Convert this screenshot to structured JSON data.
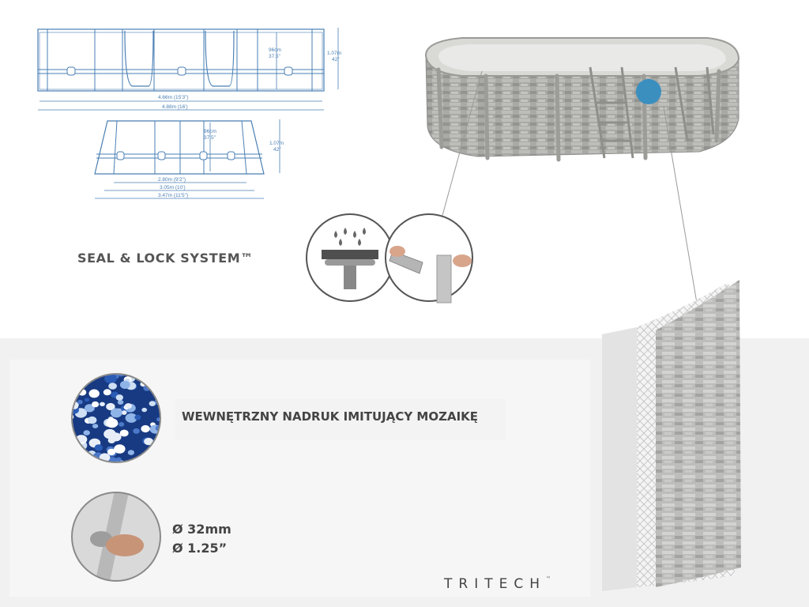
{
  "top_diagram": {
    "height_m": "96cm",
    "height_in": "37.5\"",
    "total_m": "1.07m",
    "total_in": "42\"",
    "inner_length": "4.66m (15'3\")",
    "outer_length": "4.88m (16')"
  },
  "side_diagram": {
    "height_m": "96cm",
    "height_in": "37.5\"",
    "total_m": "1.07m",
    "total_in": "42\"",
    "width_inner": "2.80m (9'2\")",
    "width_mid": "3.05m (10')",
    "width_outer": "3.47m (11'5\")"
  },
  "seal_lock": {
    "title": "SEAL & LOCK SYSTEM™"
  },
  "mosaic": {
    "label": "WEWNĘTRZNY NADRUK IMITUJĄCY MOZAIKĘ"
  },
  "frame": {
    "diameter_mm": "Ø 32mm",
    "diameter_in": "Ø 1.25”"
  },
  "brand": {
    "name": "TRITECH",
    "mark": "™"
  },
  "colors": {
    "blueprint": "#4a7fb4",
    "band": "#f1f1f1",
    "text": "#444444",
    "pool_wall": "#a9a9a5",
    "skimmer": "#3a8fbf"
  }
}
